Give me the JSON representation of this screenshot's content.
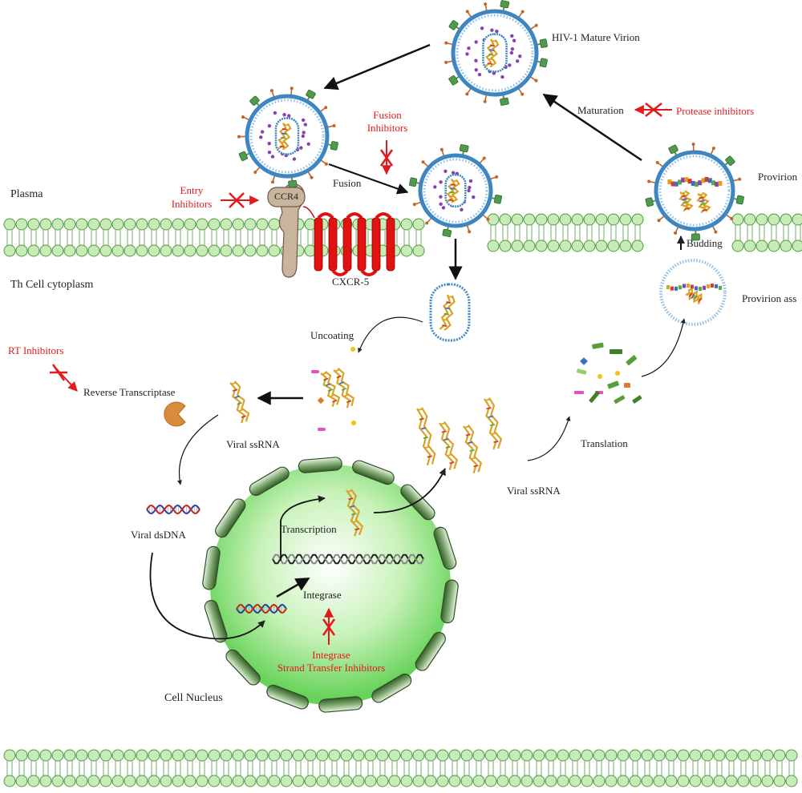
{
  "colors": {
    "inhibitor": "#e31a1c",
    "membrane_fill": "#c8ecb8",
    "membrane_stroke": "#4f9a44",
    "virion_stroke": "#3e86c2",
    "receptor_red": "#e11212",
    "ccr4_fill": "#c9b59e"
  },
  "labels": {
    "plasma": "Plasma",
    "cytoplasm": "Th Cell cytoplasm",
    "mature_virion": "HIV-1 Mature Virion",
    "maturation": "Maturation",
    "protease_inhibitors": "Protease inhibitors",
    "provirion": "Provirion",
    "budding": "Budding",
    "provirion_assembly": "Provirion ass",
    "fusion_inhibitors_1": "Fusion",
    "fusion_inhibitors_2": "Inhibitors",
    "fusion": "Fusion",
    "entry_inhibitors_1": "Entry",
    "entry_inhibitors_2": "Inhibitors",
    "ccr4": "CCR4",
    "cxcr5": "CXCR-5",
    "uncoating": "Uncoating",
    "rt_inhibitors": "RT Inhibitors",
    "reverse_transcriptase": "Reverse Transcriptase",
    "viral_ssrna_left": "Viral ssRNA",
    "viral_dsdna": "Viral dsDNA",
    "transcription": "Transcription",
    "integrase": "Integrase",
    "integrase_inhibitors_1": "Integrase",
    "integrase_inhibitors_2": "Strand Transfer Inhibitors",
    "cell_nucleus": "Cell Nucleus",
    "viral_ssrna_right": "Viral ssRNA",
    "translation": "Translation"
  }
}
